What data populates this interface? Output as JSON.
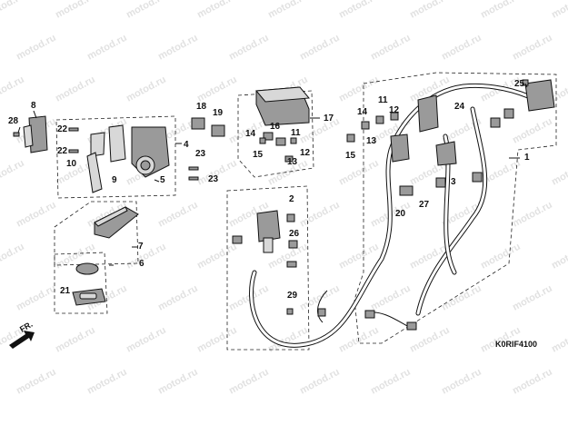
{
  "watermark_text": "motod.ru",
  "diagram_code": "K0RIF4100",
  "front_marker": "FR.",
  "callouts": [
    {
      "id": "c1",
      "label": "1"
    },
    {
      "id": "c2",
      "label": "2"
    },
    {
      "id": "c3",
      "label": "3"
    },
    {
      "id": "c4",
      "label": "4"
    },
    {
      "id": "c5",
      "label": "5"
    },
    {
      "id": "c6",
      "label": "6"
    },
    {
      "id": "c7",
      "label": "7"
    },
    {
      "id": "c8",
      "label": "8"
    },
    {
      "id": "c9",
      "label": "9"
    },
    {
      "id": "c10",
      "label": "10"
    },
    {
      "id": "c11a",
      "label": "11"
    },
    {
      "id": "c11b",
      "label": "11"
    },
    {
      "id": "c12a",
      "label": "12"
    },
    {
      "id": "c12b",
      "label": "12"
    },
    {
      "id": "c13a",
      "label": "13"
    },
    {
      "id": "c13b",
      "label": "13"
    },
    {
      "id": "c14a",
      "label": "14"
    },
    {
      "id": "c14b",
      "label": "14"
    },
    {
      "id": "c15a",
      "label": "15"
    },
    {
      "id": "c15b",
      "label": "15"
    },
    {
      "id": "c16",
      "label": "16"
    },
    {
      "id": "c17",
      "label": "17"
    },
    {
      "id": "c18",
      "label": "18"
    },
    {
      "id": "c19",
      "label": "19"
    },
    {
      "id": "c20",
      "label": "20"
    },
    {
      "id": "c21",
      "label": "21"
    },
    {
      "id": "c22a",
      "label": "22"
    },
    {
      "id": "c22b",
      "label": "22"
    },
    {
      "id": "c23a",
      "label": "23"
    },
    {
      "id": "c23b",
      "label": "23"
    },
    {
      "id": "c24",
      "label": "24"
    },
    {
      "id": "c25",
      "label": "25"
    },
    {
      "id": "c26",
      "label": "26"
    },
    {
      "id": "c27",
      "label": "27"
    },
    {
      "id": "c28",
      "label": "28"
    },
    {
      "id": "c29",
      "label": "29"
    }
  ]
}
